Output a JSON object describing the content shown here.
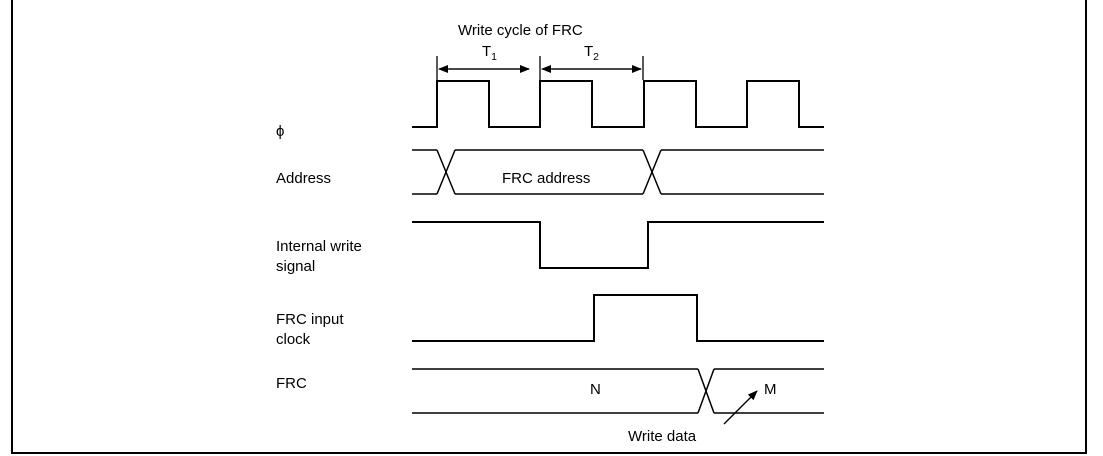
{
  "header": {
    "title": "Write cycle of FRC",
    "t1_main": "T",
    "t1_sub": "1",
    "t2_main": "T",
    "t2_sub": "2"
  },
  "signals": {
    "phi": "ϕ",
    "address": "Address",
    "internal_write_line1": "Internal write",
    "internal_write_line2": "signal",
    "frc_input_line1": "FRC input",
    "frc_input_line2": "clock",
    "frc": "FRC"
  },
  "values": {
    "frc_address": "FRC address",
    "frc_old": "N",
    "frc_new": "M",
    "write_data": "Write data"
  }
}
